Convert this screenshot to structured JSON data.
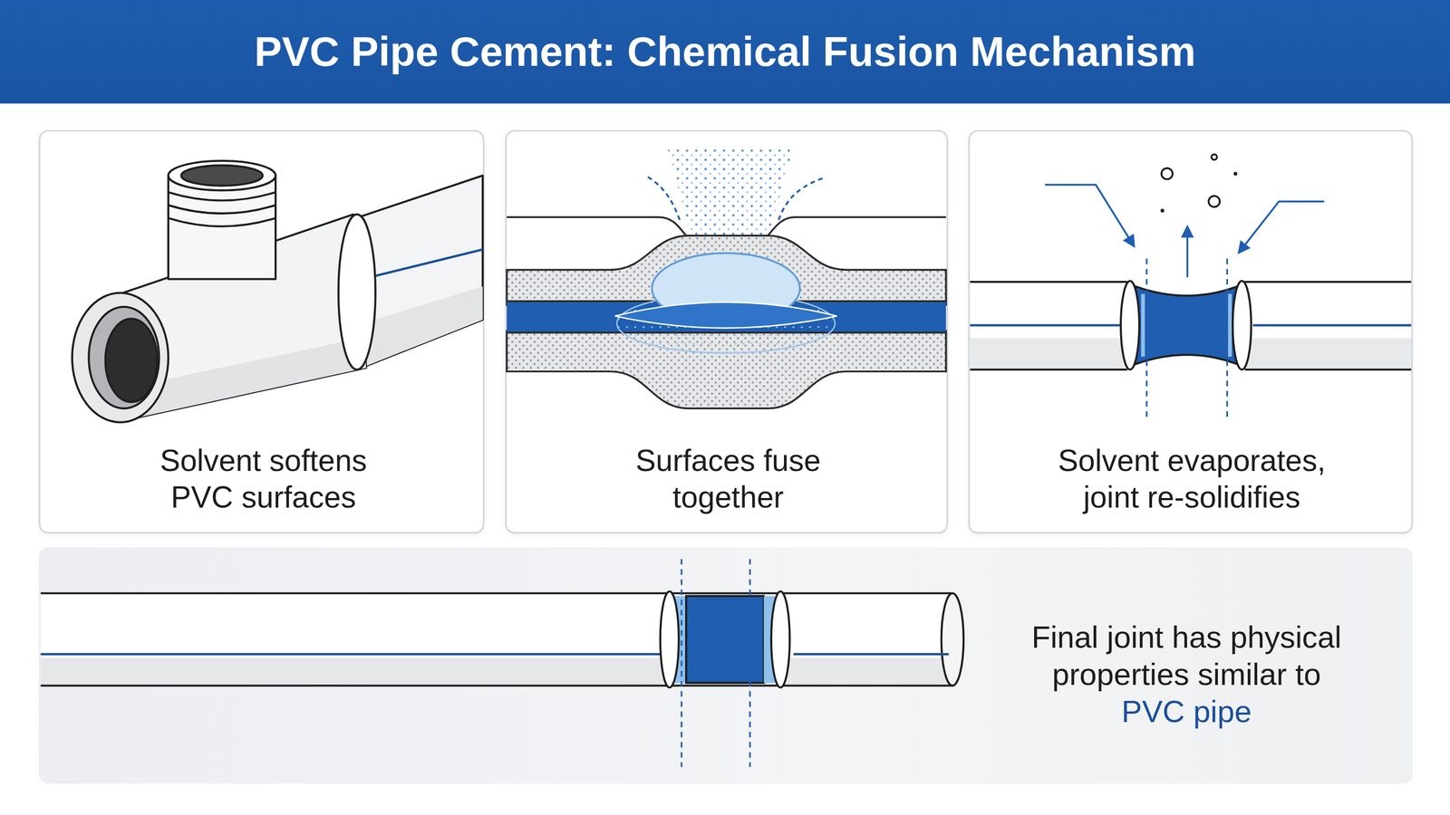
{
  "diagram": {
    "title": "PVC Pipe Cement: Chemical Fusion Mechanism",
    "nodes": [
      {
        "text": [
          "Solvent softens PVC surfaces"
        ]
      },
      {
        "text": [
          "Surfaces fuse together"
        ]
      },
      {
        "text": [
          "Solvent evaporates, joint re-solidifies"
        ]
      },
      {
        "text": [
          "Final joint has physical properties similar to",
          "PVC pipe"
        ]
      }
    ]
  }
}
